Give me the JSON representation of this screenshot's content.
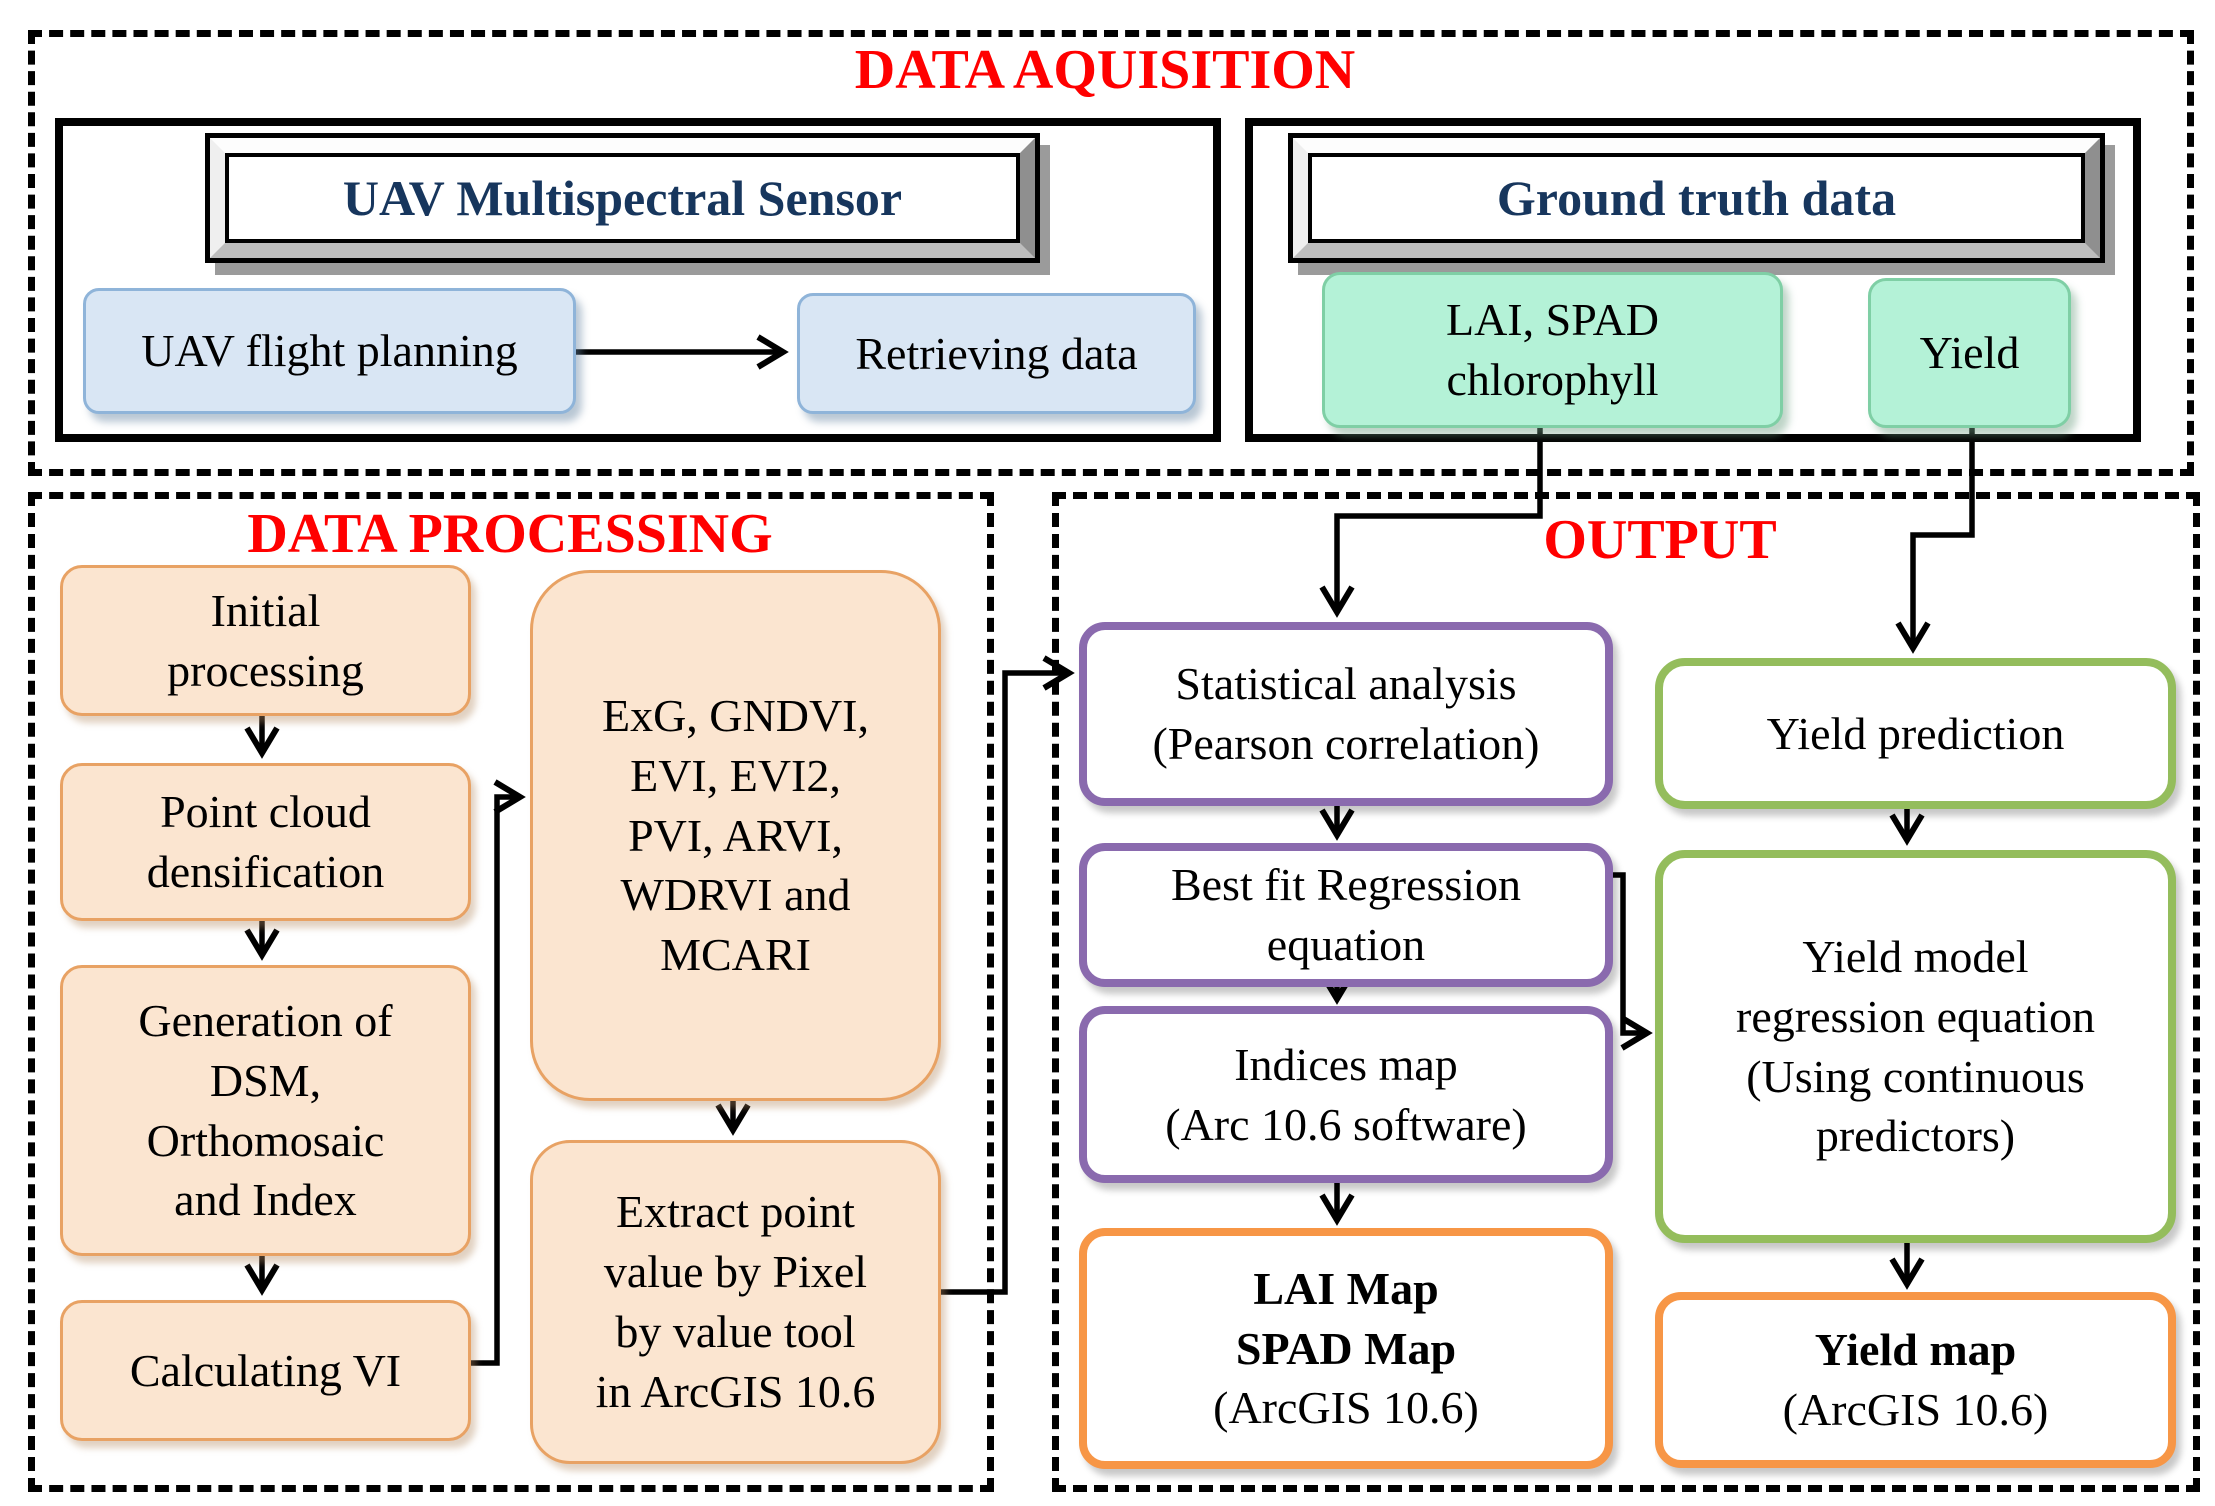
{
  "diagram": {
    "type": "flowchart",
    "colors": {
      "title_red": "#ff0000",
      "header_navy": "#17365d",
      "blue_fill": "#d9e6f4",
      "blue_border": "#8fb4d9",
      "mint_fill": "#b4f2d7",
      "mint_border": "#7fcfa5",
      "peach_fill": "#fbe5d0",
      "peach_border": "#e8a264",
      "purple_border": "#8a6aae",
      "olive_border": "#94bd5c",
      "orange_border": "#f79646",
      "line_color": "#000000"
    },
    "sections": {
      "data_acquisition": {
        "title": "DATA AQUISITION",
        "uav_panel": {
          "header": "UAV Multispectral Sensor",
          "flight_planning": "UAV flight planning",
          "retrieving_data": "Retrieving data"
        },
        "ground_panel": {
          "header": "Ground truth data",
          "lai_spad": "LAI, SPAD\nchlorophyll",
          "yield": "Yield"
        }
      },
      "data_processing": {
        "title": "DATA PROCESSING",
        "initial_processing": "Initial\nprocessing",
        "point_cloud": "Point cloud\ndensification",
        "generation": "Generation of\nDSM,\nOrthomosaic\nand Index",
        "calculating_vi": "Calculating VI",
        "indices_list": "ExG, GNDVI,\nEVI, EVI2,\nPVI, ARVI,\nWDRVI and\nMCARI",
        "extract_point": "Extract point\nvalue by Pixel\nby value tool\nin ArcGIS 10.6"
      },
      "output": {
        "title": "OUTPUT",
        "statistical_analysis": "Statistical analysis\n(Pearson correlation)",
        "best_fit": "Best fit Regression\nequation",
        "indices_map": "Indices map\n(Arc 10.6 software)",
        "lai_spad_map_bold": "LAI Map\nSPAD Map",
        "lai_spad_map_sub": "(ArcGIS 10.6)",
        "yield_prediction": "Yield prediction",
        "yield_model": "Yield model\nregression equation\n(Using continuous\npredictors)",
        "yield_map_bold": "Yield map",
        "yield_map_sub": "(ArcGIS 10.6)"
      }
    }
  }
}
